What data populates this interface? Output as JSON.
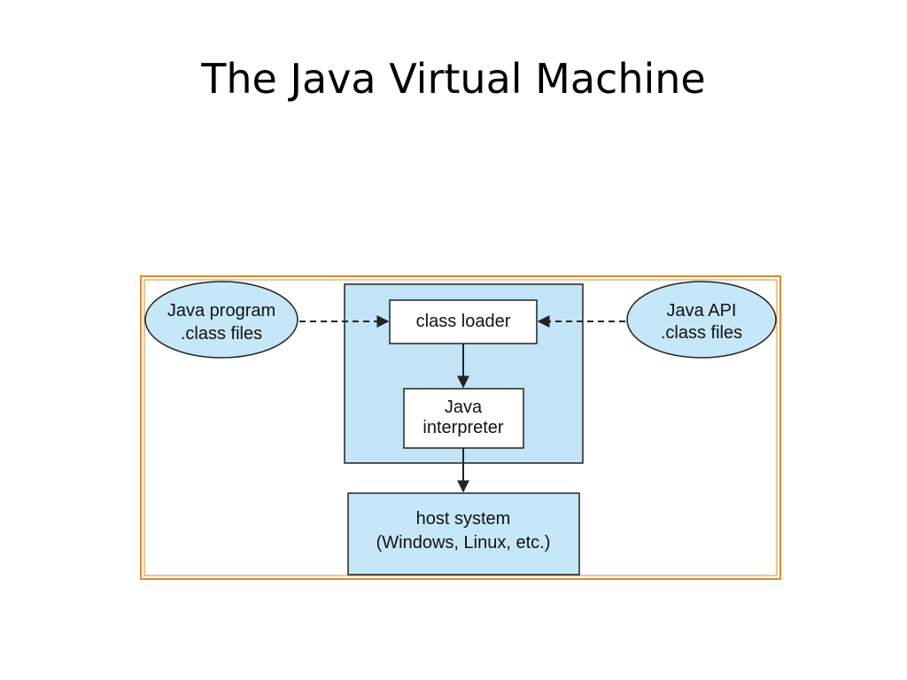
{
  "slide": {
    "title": "The Java Virtual Machine"
  },
  "diagram": {
    "java_program": {
      "line1": "Java program",
      "line2": ".class files"
    },
    "java_api": {
      "line1": "Java API",
      "line2": ".class files"
    },
    "class_loader": "class loader",
    "interpreter": {
      "line1": "Java",
      "line2": "interpreter"
    },
    "host_system": {
      "line1": "host system",
      "line2": "(Windows, Linux, etc.)"
    },
    "colors": {
      "frame_border": "#e08a2c",
      "light_blue_fill": "#c6e7f7",
      "jvm_fill": "#c2e4f6",
      "white_box": "#ffffff",
      "stroke": "#222222"
    }
  }
}
